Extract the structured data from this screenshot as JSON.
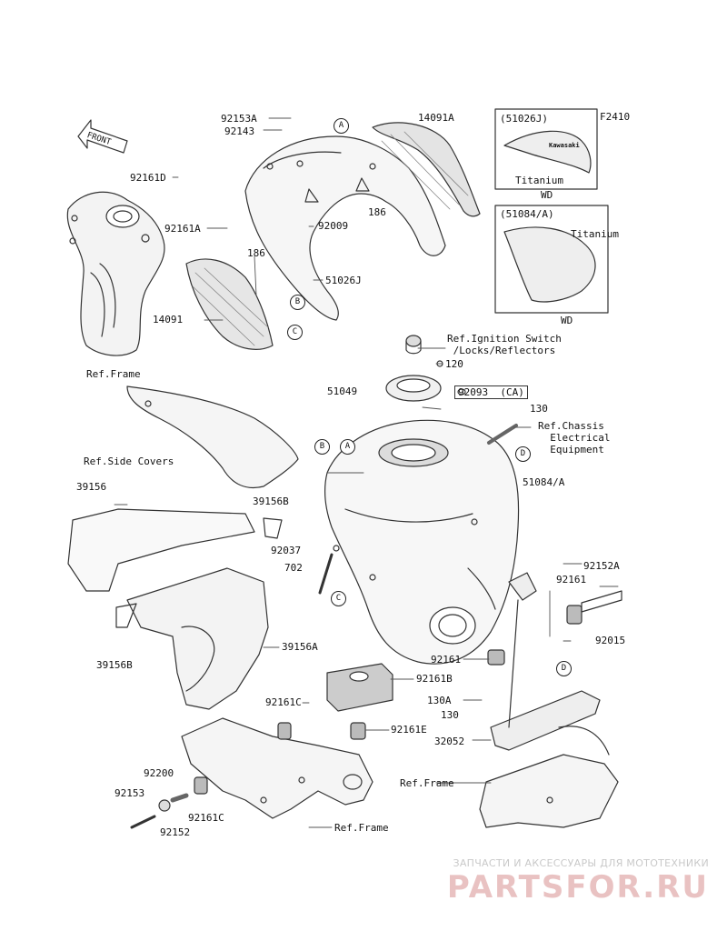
{
  "diagram_code": "F2410",
  "direction_arrow": "FRONT",
  "part_labels": {
    "p92153A": "92153A",
    "p92143": "92143",
    "p14091A": "14091A",
    "p92161D": "92161D",
    "p186a": "186",
    "p92161A": "92161A",
    "p92009": "92009",
    "p186b": "186",
    "p51026J": "51026J",
    "p14091": "14091",
    "p120": "120",
    "p51049": "51049",
    "p92093": "92093",
    "p92093_note": "(CA)",
    "p130a": "130",
    "p51084A": "51084/A",
    "p39156": "39156",
    "p39156B_top": "39156B",
    "p92037": "92037",
    "p702": "702",
    "p92152A": "92152A",
    "p92161": "92161",
    "p92015": "92015",
    "p39156B_bot": "39156B",
    "p39156A": "39156A",
    "p92161_lower": "92161",
    "p92161B": "92161B",
    "p92161C_a": "92161C",
    "p130A": "130A",
    "p130b": "130",
    "p92161E": "92161E",
    "p32052": "32052",
    "p92200": "92200",
    "p92153": "92153",
    "p92161C_b": "92161C",
    "p92152": "92152"
  },
  "ref_labels": {
    "ref_frame_left": "Ref.Frame",
    "ref_ignition": "Ref.Ignition Switch\n /Locks/Reflectors",
    "ref_side_covers": "Ref.Side Covers",
    "ref_chassis": "Ref.Chassis\n  Electrical\n  Equipment",
    "ref_frame_right": "Ref.Frame",
    "ref_frame_bottom": "Ref.Frame"
  },
  "callouts": [
    "A",
    "B",
    "C",
    "D"
  ],
  "inset_top": {
    "part": "(51026J)",
    "material": "Titanium",
    "caption": "WD",
    "logo": "Kawasaki"
  },
  "inset_bottom": {
    "part": "(51084/A)",
    "material": "Titanium",
    "caption": "WD"
  },
  "watermark": {
    "caption": "ЗАПЧАСТИ И АКСЕССУАРЫ ДЛЯ МОТОТЕХНИКИ",
    "brand": "PARTSFOR.RU"
  }
}
